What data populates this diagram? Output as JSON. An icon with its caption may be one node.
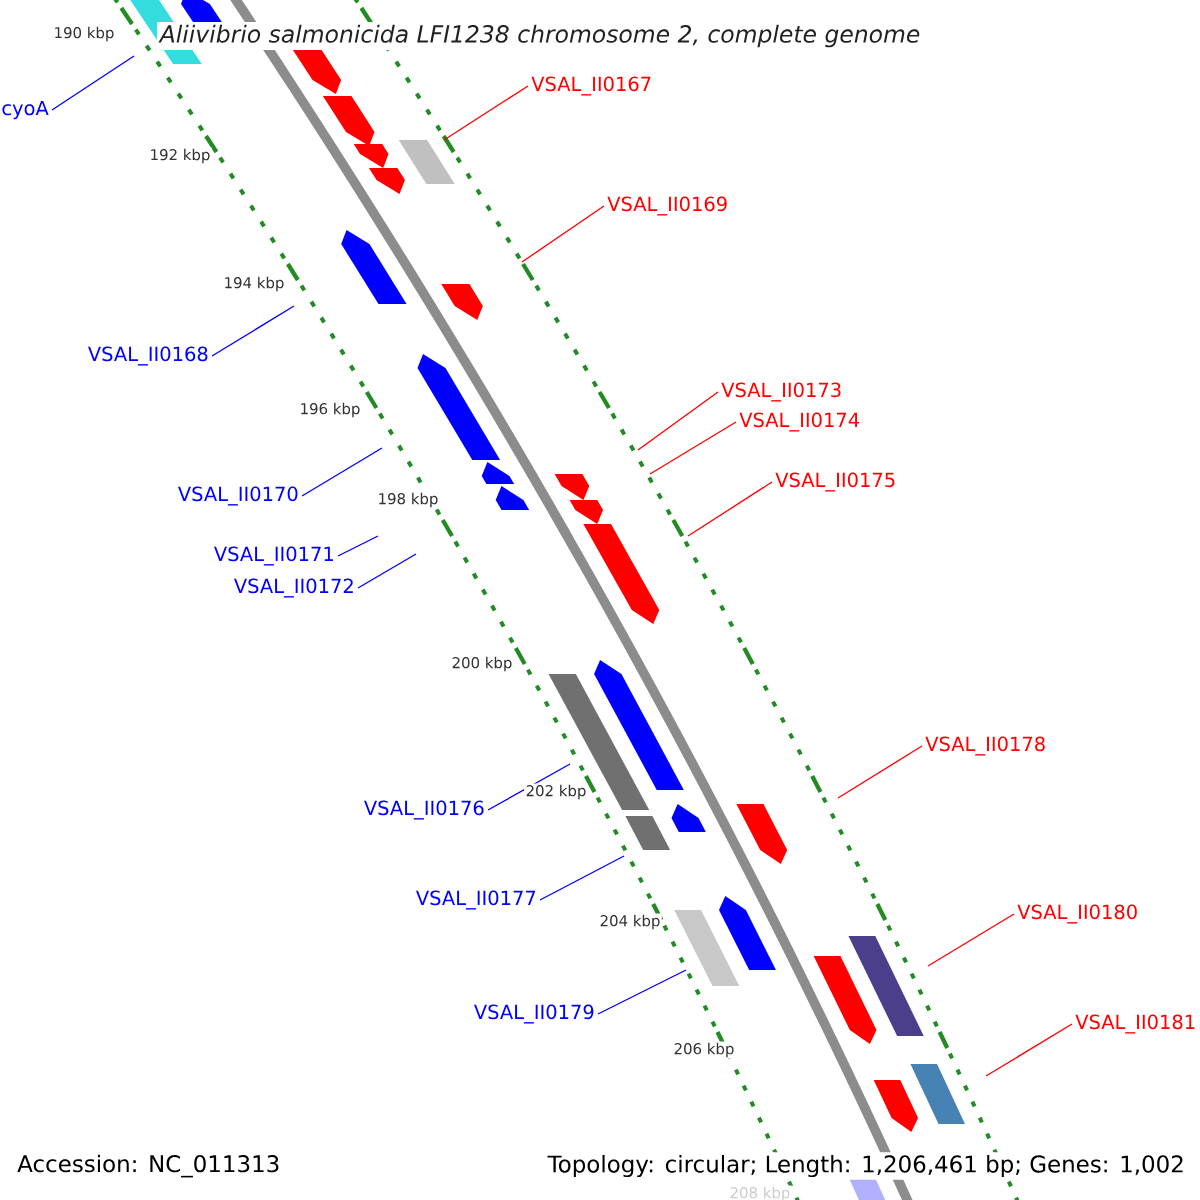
{
  "diagram": {
    "title": "Aliivibrio salmonicida LFI1238 chromosome 2, complete genome",
    "nodes": [
      {
        "text": [
          "cyoA"
        ]
      },
      {
        "text": [
          "VSAL_II0167"
        ]
      },
      {
        "text": [
          "VSAL_II0169"
        ]
      },
      {
        "text": [
          "VSAL_II0168"
        ]
      },
      {
        "text": [
          "VSAL_II0173"
        ]
      },
      {
        "text": [
          "VSAL_II0174"
        ]
      },
      {
        "text": [
          "VSAL_II0175"
        ]
      },
      {
        "text": [
          "VSAL_II0170"
        ]
      },
      {
        "text": [
          "VSAL_II0171"
        ]
      },
      {
        "text": [
          "VSAL_II0172"
        ]
      },
      {
        "text": [
          "VSAL_II0178"
        ]
      },
      {
        "text": [
          "VSAL_II0176"
        ]
      },
      {
        "text": [
          "VSAL_II0177"
        ]
      },
      {
        "text": [
          "VSAL_II0180"
        ]
      },
      {
        "text": [
          "VSAL_II0179"
        ]
      },
      {
        "text": [
          "VSAL_II0181"
        ]
      }
    ],
    "edges": [
      {
        "from": 0,
        "to": null,
        "arrow": "none",
        "color": "#0000ff"
      },
      {
        "from": 1,
        "to": null,
        "arrow": "none",
        "color": "#ff0000"
      },
      {
        "from": 2,
        "to": null,
        "arrow": "none",
        "color": "#ff0000"
      },
      {
        "from": 3,
        "to": null,
        "arrow": "none",
        "color": "#0000ff"
      },
      {
        "from": 4,
        "to": null,
        "arrow": "none",
        "color": "#ff0000"
      },
      {
        "from": 5,
        "to": null,
        "arrow": "none",
        "color": "#ff0000"
      },
      {
        "from": 6,
        "to": null,
        "arrow": "none",
        "color": "#ff0000"
      },
      {
        "from": 7,
        "to": null,
        "arrow": "none",
        "color": "#0000ff"
      },
      {
        "from": 8,
        "to": null,
        "arrow": "none",
        "color": "#0000ff"
      },
      {
        "from": 9,
        "to": null,
        "arrow": "none",
        "color": "#0000ff"
      },
      {
        "from": 10,
        "to": null,
        "arrow": "none",
        "color": "#ff0000"
      },
      {
        "from": 11,
        "to": null,
        "arrow": "none",
        "color": "#0000ff"
      },
      {
        "from": 12,
        "to": null,
        "arrow": "none",
        "color": "#0000ff"
      },
      {
        "from": 13,
        "to": null,
        "arrow": "none",
        "color": "#ff0000"
      },
      {
        "from": 14,
        "to": null,
        "arrow": "none",
        "color": "#0000ff"
      },
      {
        "from": 15,
        "to": null,
        "arrow": "none",
        "color": "#ff0000"
      }
    ],
    "labels": [
      "190 kbp",
      "192 kbp",
      "194 kbp",
      "196 kbp",
      "198 kbp",
      "200 kbp",
      "202 kbp",
      "204 kbp",
      "206 kbp",
      "208 kbp",
      "Accession: NC_011313",
      "Topology: circular; Length: 1,206,461 bp; Genes: 1,002"
    ]
  }
}
